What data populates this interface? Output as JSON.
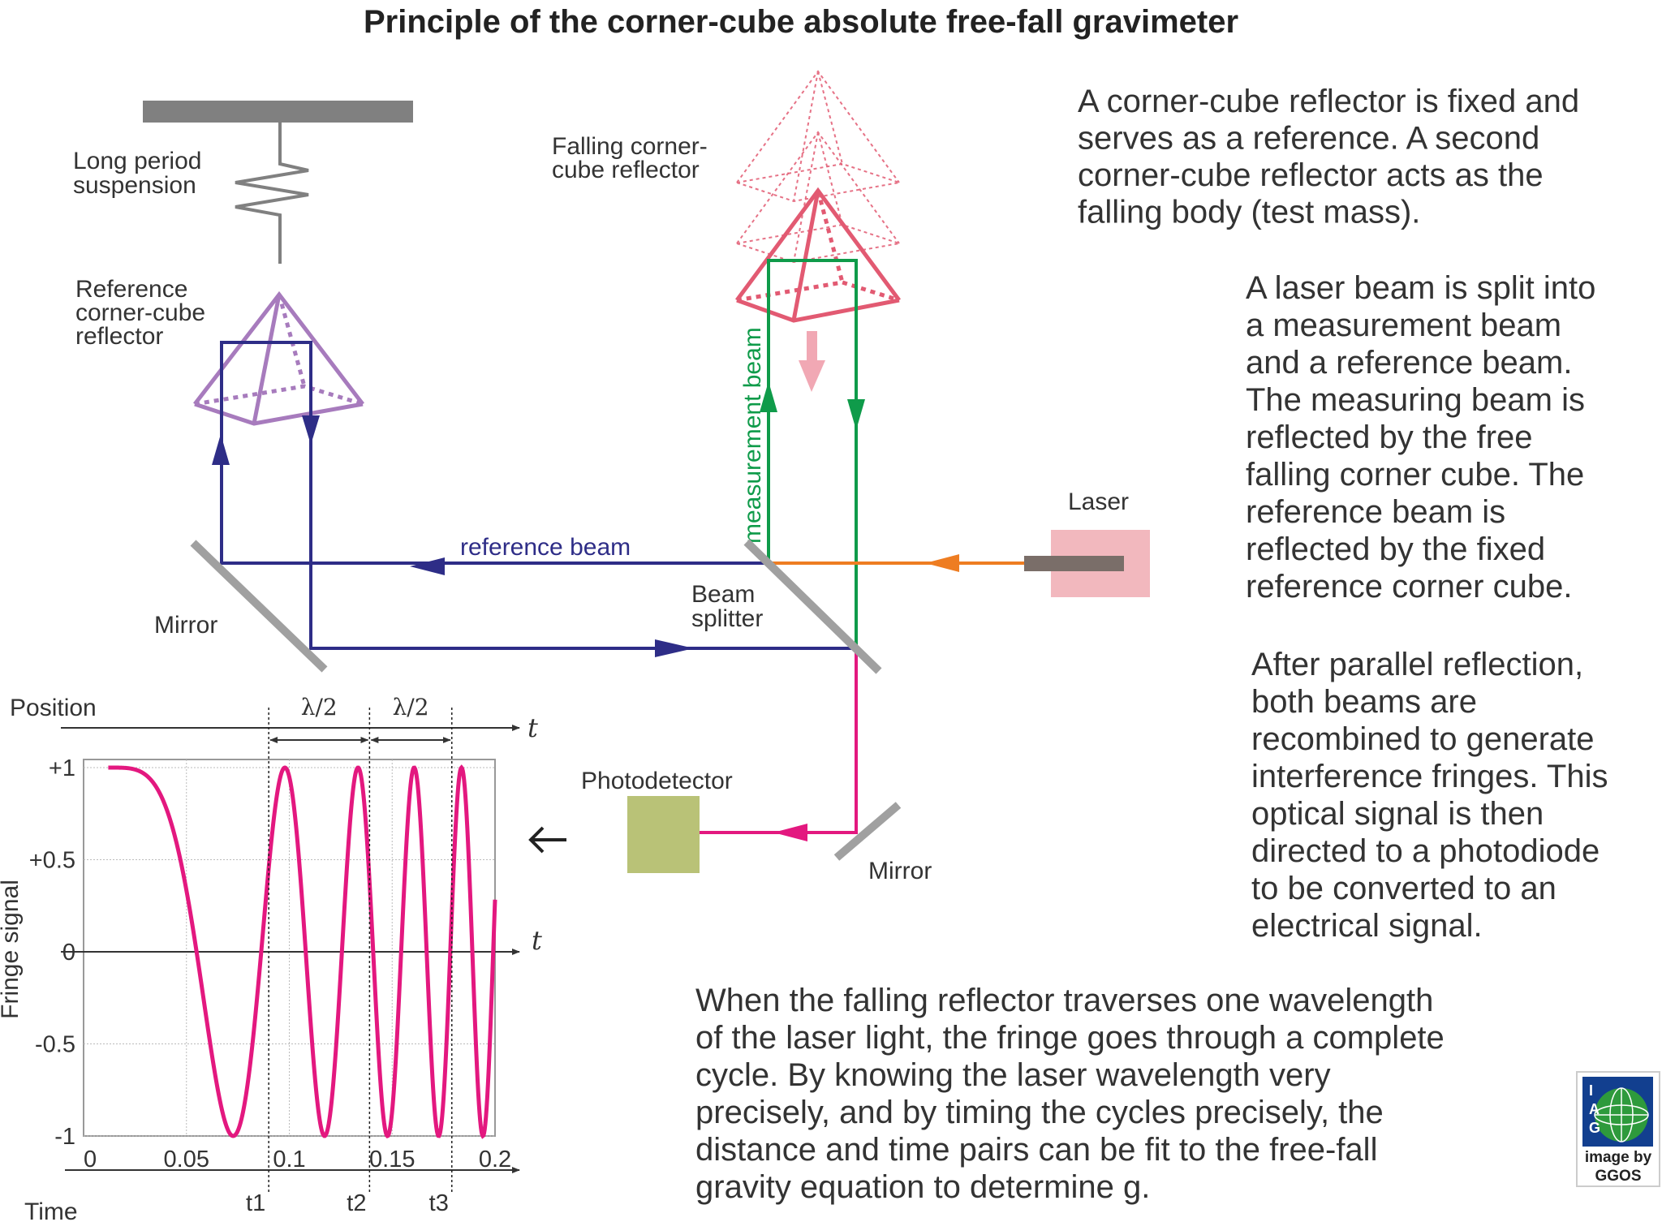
{
  "title": "Principle of the corner-cube absolute free-fall gravimeter",
  "labels": {
    "long_period_suspension": [
      "Long period",
      "suspension"
    ],
    "reference_reflector": [
      "Reference",
      "corner-cube",
      "reflector"
    ],
    "falling_reflector": [
      "Falling corner-",
      "cube reflector"
    ],
    "measurement_beam": "measurement beam",
    "reference_beam": "reference beam",
    "laser": "Laser",
    "beam_splitter": [
      "Beam",
      "splitter"
    ],
    "mirror_left": "Mirror",
    "mirror_bottom": "Mirror",
    "photodetector": "Photodetector"
  },
  "paragraphs": {
    "p1": [
      "A corner-cube reflector is fixed and",
      "serves as a reference. A second",
      "corner-cube reflector acts as the",
      "falling body (test mass)."
    ],
    "p2": [
      "A laser beam is split into",
      "a measurement beam",
      "and a reference beam.",
      "The measuring beam is",
      "reflected by the free",
      "falling corner cube. The",
      "reference beam is",
      "reflected by the fixed",
      "reference corner cube."
    ],
    "p3": [
      "After parallel reflection,",
      "both beams are",
      "recombined to generate",
      "interference fringes. This",
      "optical signal is then",
      "directed to a photodiode",
      "to be converted to an",
      "electrical signal."
    ],
    "p4": [
      "When the falling reflector traverses one wavelength",
      "of the laser light, the fringe goes through a complete",
      "cycle. By knowing the laser wavelength very",
      "precisely, and by timing the cycles precisely, the",
      "distance and time pairs can be fit to the free-fall",
      "gravity equation to determine g."
    ]
  },
  "chart_data": {
    "type": "line",
    "ylabel": "Fringe signal",
    "xlabel": "Time",
    "position_label": "Position",
    "t_label": "t",
    "xlim": [
      0,
      0.2
    ],
    "ylim": [
      -1,
      1
    ],
    "x_ticks": [
      "0",
      "0.05",
      "0.1",
      "0.15",
      "0.2"
    ],
    "x_tick_values": [
      0,
      0.05,
      0.1,
      0.15,
      0.2
    ],
    "y_ticks": [
      "+1",
      "+0.5",
      "0",
      "-0.5",
      "-1"
    ],
    "y_tick_values": [
      1,
      0.5,
      0,
      -0.5,
      -1
    ],
    "grid": true,
    "markers": [
      "t1",
      "t2",
      "t3"
    ],
    "marker_times": [
      0.09,
      0.139,
      0.179
    ],
    "interval_label": "λ/2",
    "series": [
      {
        "color": "#e3187f",
        "model": "cos(2π·(t−0.012)²/0.00737)",
        "x_range": [
          0.012,
          0.2
        ]
      }
    ]
  },
  "logo": {
    "letters": [
      "I",
      "A",
      "G"
    ],
    "caption": [
      "image by",
      "GGOS"
    ]
  },
  "colors": {
    "reference_beam": "#2e2d87",
    "measurement_beam": "#0f9b4a",
    "laser_beam": "#ee7d22",
    "output_beam": "#e3187f",
    "reference_reflector": "#a77bbd",
    "falling_reflector": "#e25a72",
    "laser_box": "#f2b8be",
    "laser_rod": "#7a6e69",
    "photodetector": "#b9c277",
    "mirror": "#a0a0a0",
    "suspension": "#808080"
  }
}
